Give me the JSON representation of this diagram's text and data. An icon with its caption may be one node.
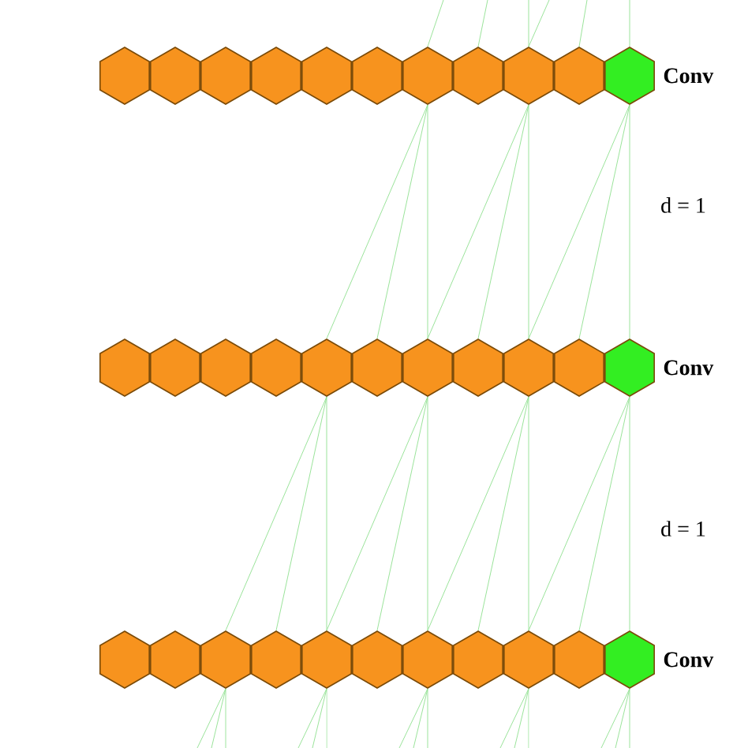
{
  "diagram": {
    "nodes": [
      {
        "text": [],
        "shape": "hexagon"
      },
      {
        "text": [],
        "shape": "hexagon"
      },
      {
        "text": [],
        "shape": "hexagon"
      },
      {
        "text": [],
        "shape": "hexagon"
      },
      {
        "text": [],
        "shape": "hexagon"
      },
      {
        "text": [],
        "shape": "hexagon"
      },
      {
        "text": [],
        "shape": "hexagon"
      },
      {
        "text": [],
        "shape": "hexagon"
      },
      {
        "text": [],
        "shape": "hexagon"
      },
      {
        "text": [],
        "shape": "hexagon"
      },
      {
        "text": [],
        "shape": "hexagon",
        "beside": [
          "Conv"
        ]
      },
      {
        "text": [],
        "shape": "hexagon"
      },
      {
        "text": [],
        "shape": "hexagon"
      },
      {
        "text": [],
        "shape": "hexagon"
      },
      {
        "text": [],
        "shape": "hexagon"
      },
      {
        "text": [],
        "shape": "hexagon"
      },
      {
        "text": [],
        "shape": "hexagon"
      },
      {
        "text": [],
        "shape": "hexagon"
      },
      {
        "text": [],
        "shape": "hexagon"
      },
      {
        "text": [],
        "shape": "hexagon"
      },
      {
        "text": [],
        "shape": "hexagon"
      },
      {
        "text": [],
        "shape": "hexagon",
        "beside": [
          "Conv"
        ]
      },
      {
        "text": [],
        "shape": "hexagon"
      },
      {
        "text": [],
        "shape": "hexagon"
      },
      {
        "text": [],
        "shape": "hexagon"
      },
      {
        "text": [],
        "shape": "hexagon"
      },
      {
        "text": [],
        "shape": "hexagon"
      },
      {
        "text": [],
        "shape": "hexagon"
      },
      {
        "text": [],
        "shape": "hexagon"
      },
      {
        "text": [],
        "shape": "hexagon"
      },
      {
        "text": [],
        "shape": "hexagon"
      },
      {
        "text": [],
        "shape": "hexagon"
      },
      {
        "text": [],
        "shape": "hexagon",
        "beside": [
          "Conv"
        ]
      }
    ],
    "edges": [
      {
        "from": null,
        "to": 6,
        "arrow": "none"
      },
      {
        "from": null,
        "to": 7,
        "arrow": "none"
      },
      {
        "from": null,
        "to": 8,
        "arrow": "none"
      },
      {
        "from": null,
        "to": 8,
        "arrow": "none"
      },
      {
        "from": null,
        "to": 9,
        "arrow": "none"
      },
      {
        "from": null,
        "to": 10,
        "arrow": "none"
      },
      {
        "from": 6,
        "to": 15,
        "arrow": "none"
      },
      {
        "from": 6,
        "to": 16,
        "arrow": "none"
      },
      {
        "from": 6,
        "to": 17,
        "arrow": "none"
      },
      {
        "from": 8,
        "to": 17,
        "arrow": "none"
      },
      {
        "from": 8,
        "to": 18,
        "arrow": "none"
      },
      {
        "from": 8,
        "to": 19,
        "arrow": "none"
      },
      {
        "from": 10,
        "to": 19,
        "arrow": "none"
      },
      {
        "from": 10,
        "to": 20,
        "arrow": "none"
      },
      {
        "from": 10,
        "to": 21,
        "arrow": "none"
      },
      {
        "from": 15,
        "to": 24,
        "arrow": "none"
      },
      {
        "from": 15,
        "to": 25,
        "arrow": "none"
      },
      {
        "from": 15,
        "to": 26,
        "arrow": "none"
      },
      {
        "from": 17,
        "to": 26,
        "arrow": "none"
      },
      {
        "from": 17,
        "to": 27,
        "arrow": "none"
      },
      {
        "from": 17,
        "to": 28,
        "arrow": "none"
      },
      {
        "from": 19,
        "to": 28,
        "arrow": "none"
      },
      {
        "from": 19,
        "to": 29,
        "arrow": "none"
      },
      {
        "from": 19,
        "to": 30,
        "arrow": "none"
      },
      {
        "from": 21,
        "to": 30,
        "arrow": "none"
      },
      {
        "from": 21,
        "to": 31,
        "arrow": "none"
      },
      {
        "from": 21,
        "to": 32,
        "arrow": "none"
      },
      {
        "from": 24,
        "to": null,
        "arrow": "none"
      },
      {
        "from": 24,
        "to": null,
        "arrow": "none"
      },
      {
        "from": 24,
        "to": null,
        "arrow": "none"
      },
      {
        "from": 26,
        "to": null,
        "arrow": "none"
      },
      {
        "from": 26,
        "to": null,
        "arrow": "none"
      },
      {
        "from": 26,
        "to": null,
        "arrow": "none"
      },
      {
        "from": 28,
        "to": null,
        "arrow": "none"
      },
      {
        "from": 28,
        "to": null,
        "arrow": "none"
      },
      {
        "from": 28,
        "to": null,
        "arrow": "none"
      },
      {
        "from": 30,
        "to": null,
        "arrow": "none"
      },
      {
        "from": 30,
        "to": null,
        "arrow": "none"
      },
      {
        "from": 30,
        "to": null,
        "arrow": "none"
      },
      {
        "from": 32,
        "to": null,
        "arrow": "none"
      },
      {
        "from": 32,
        "to": null,
        "arrow": "none"
      },
      {
        "from": 32,
        "to": null,
        "arrow": "none"
      }
    ],
    "labels": [
      "d = 1",
      "d = 1"
    ]
  }
}
